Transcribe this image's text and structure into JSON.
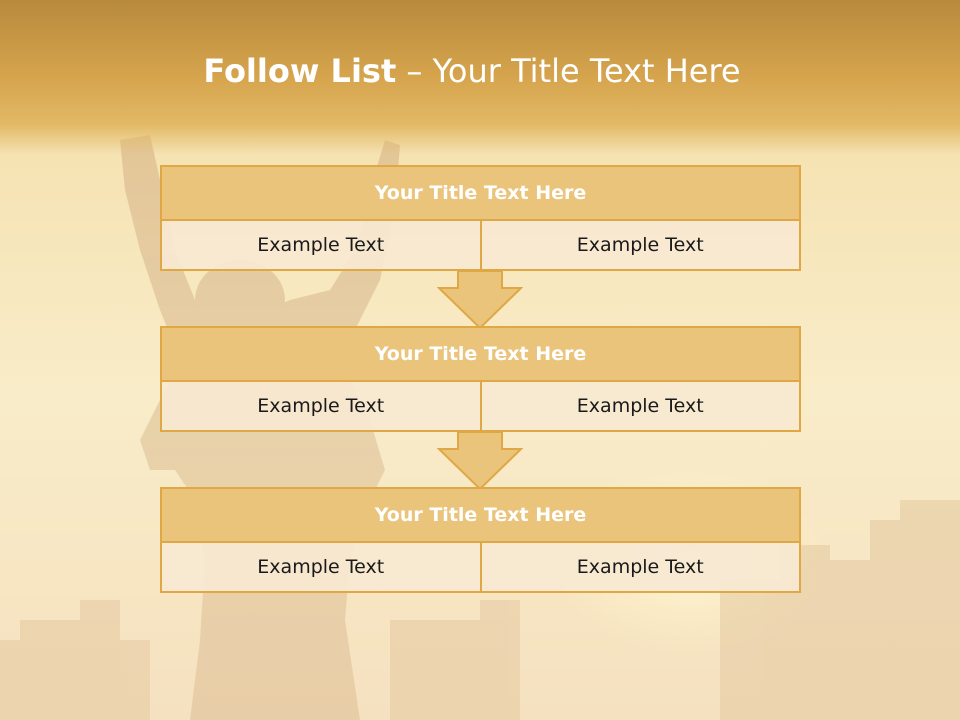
{
  "slide": {
    "title_bold": "Follow List",
    "title_rest": " – Your Title Text Here"
  },
  "blocks": [
    {
      "title": "Your Title Text Here",
      "left": "Example Text",
      "right": "Example Text"
    },
    {
      "title": "Your Title Text Here",
      "left": "Example Text",
      "right": "Example Text"
    },
    {
      "title": "Your Title Text Here",
      "left": "Example Text",
      "right": "Example Text"
    }
  ],
  "colors": {
    "header": "#d6a44d",
    "block_title_fill": "#ebc47c",
    "border": "#e0a845",
    "cell_fill": "#f8e8d2"
  }
}
